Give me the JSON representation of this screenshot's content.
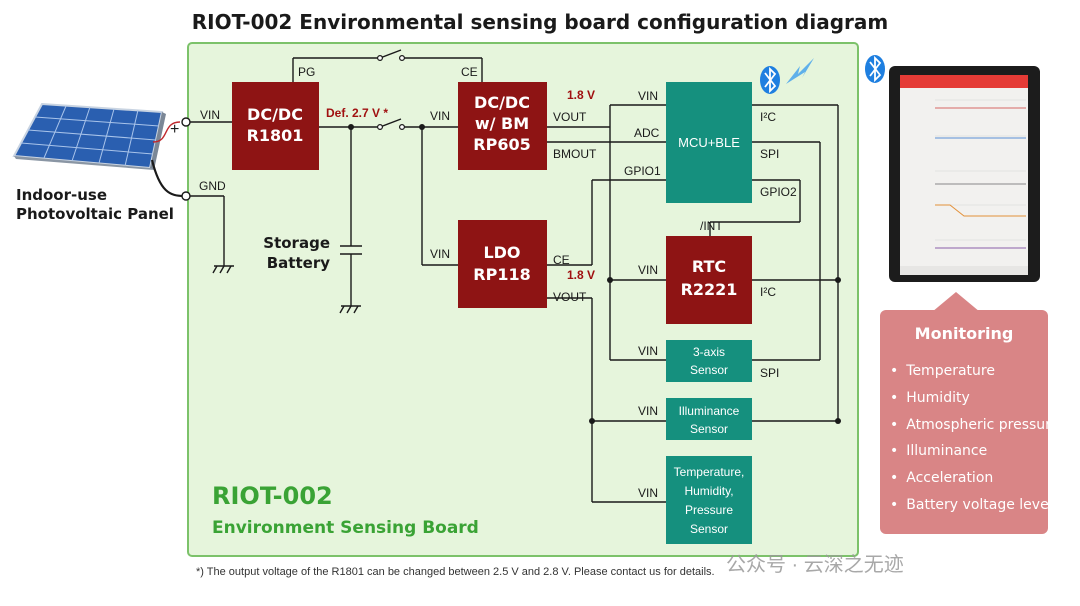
{
  "title": "RIOT-002 Environmental sensing board configuration diagram",
  "panel": {
    "label_line1": "Indoor-use",
    "label_line2": "Photovoltaic Panel",
    "plus": "+",
    "vin": "VIN",
    "gnd": "GND"
  },
  "dcdc1": {
    "line1": "DC/DC",
    "line2": "R1801",
    "pg": "PG",
    "default_label": "Def. 2.7 V *"
  },
  "dcdc2": {
    "line1": "DC/DC",
    "line2": "w/ BM",
    "line3": "RP605",
    "ce": "CE",
    "vin": "VIN",
    "vout": "VOUT",
    "bmout": "BMOUT",
    "v_out": "1.8 V"
  },
  "ldo": {
    "line1": "LDO",
    "line2": "RP118",
    "vin": "VIN",
    "ce": "CE",
    "vout": "VOUT",
    "v_out": "1.8 V"
  },
  "storage": {
    "line1": "Storage",
    "line2": "Battery"
  },
  "mcu": {
    "label": "MCU+BLE",
    "vin": "VIN",
    "adc": "ADC",
    "gpio1": "GPIO1",
    "i2c": "I²C",
    "spi": "SPI",
    "gpio2": "GPIO2",
    "int": "/INT"
  },
  "rtc": {
    "line1": "RTC",
    "line2": "R2221",
    "vin": "VIN",
    "i2c": "I²C"
  },
  "sensors": {
    "axis": {
      "line1": "3-axis",
      "line2": "Sensor",
      "vin": "VIN",
      "spi": "SPI"
    },
    "illum": {
      "line1": "Illuminance",
      "line2": "Sensor",
      "vin": "VIN"
    },
    "thp": {
      "line1": "Temperature,",
      "line2": "Humidity,",
      "line3": "Pressure",
      "line4": "Sensor",
      "vin": "VIN"
    }
  },
  "board": {
    "name": "RIOT-002",
    "subtitle": "Environment Sensing Board"
  },
  "monitoring": {
    "title": "Monitoring",
    "items": [
      "Temperature",
      "Humidity",
      "Atmospheric pressure",
      "Illuminance",
      "Acceleration",
      "Battery voltage level"
    ]
  },
  "footnote": "*) The output voltage of the R1801 can be changed between 2.5 V and 2.8 V. Please contact us for details.",
  "watermark": "公众号 · 云深之无迹",
  "colors": {
    "board_bg": "#e6f5dc",
    "board_border": "#7cc26a",
    "block_red": "#8e1414",
    "block_teal": "#15907e",
    "green_text": "#3aa335",
    "monitor_bg": "#d98586",
    "bluetooth": "#1e7fe0"
  },
  "icons": {
    "bluetooth": "bluetooth-icon",
    "wireless": "wireless-signal-icon",
    "tablet": "tablet-icon",
    "solar": "solar-panel-icon",
    "ground": "ground-icon"
  }
}
